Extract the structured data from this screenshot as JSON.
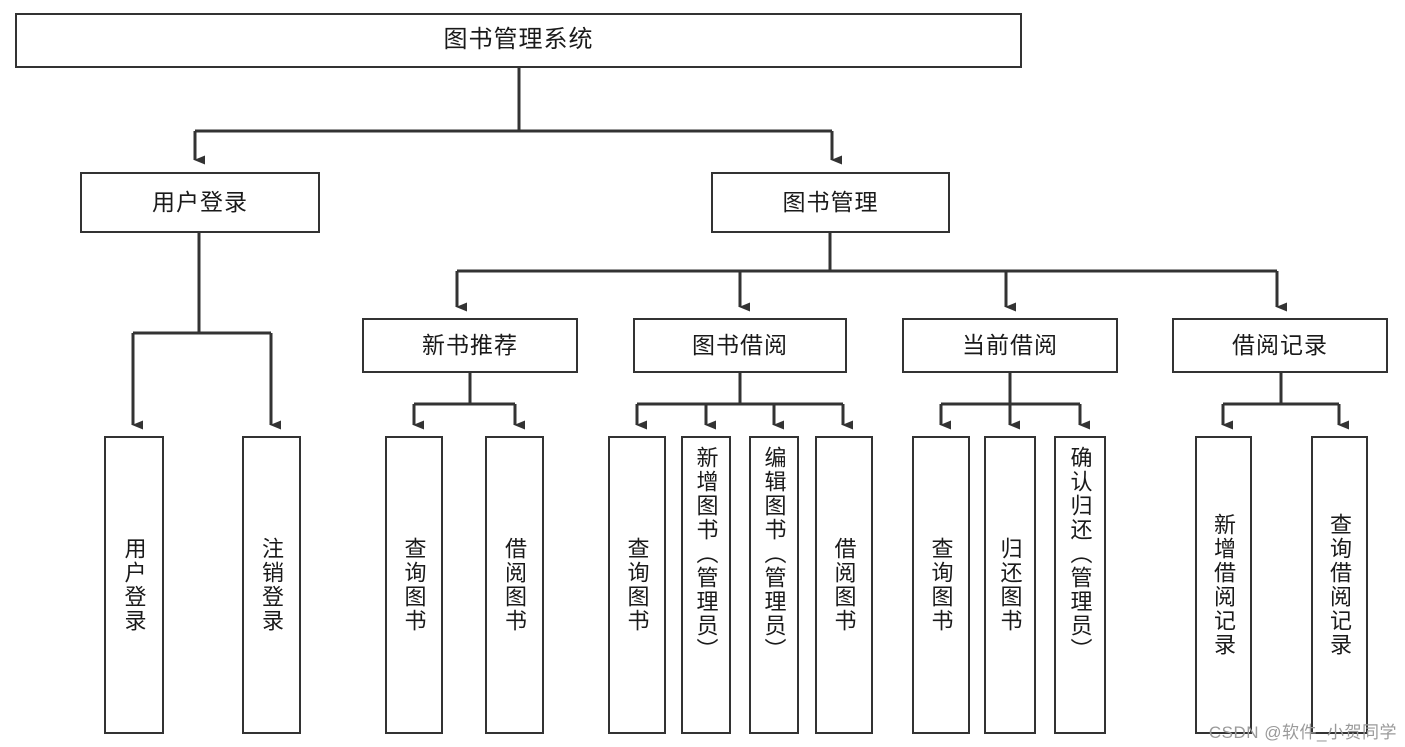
{
  "diagram": {
    "type": "tree",
    "title": "图书管理系统",
    "watermark": "CSDN @软件_小贺同学",
    "colors": {
      "node_border": "#333333",
      "node_fill": "#ffffff",
      "edge": "#333333",
      "text": "#1a1a1a",
      "watermark": "#9a9a9a",
      "background": "#ffffff"
    },
    "root": {
      "label": "图书管理系统"
    },
    "level2": [
      {
        "label": "用户登录"
      },
      {
        "label": "图书管理"
      }
    ],
    "level3": [
      {
        "label": "新书推荐"
      },
      {
        "label": "图书借阅"
      },
      {
        "label": "当前借阅"
      },
      {
        "label": "借阅记录"
      }
    ],
    "leaves": {
      "user_login": [
        {
          "label": "用户登录"
        },
        {
          "label": "注销登录"
        }
      ],
      "new_book_recommend": [
        {
          "label": "查询图书"
        },
        {
          "label": "借阅图书"
        }
      ],
      "book_borrow": [
        {
          "label": "查询图书"
        },
        {
          "label": "新增图书（管理员）"
        },
        {
          "label": "编辑图书（管理员）"
        },
        {
          "label": "借阅图书"
        }
      ],
      "current_borrow": [
        {
          "label": "查询图书"
        },
        {
          "label": "归还图书"
        },
        {
          "label": "确认归还（管理员）"
        }
      ],
      "borrow_record": [
        {
          "label": "新增借阅记录"
        },
        {
          "label": "查询借阅记录"
        }
      ]
    }
  }
}
